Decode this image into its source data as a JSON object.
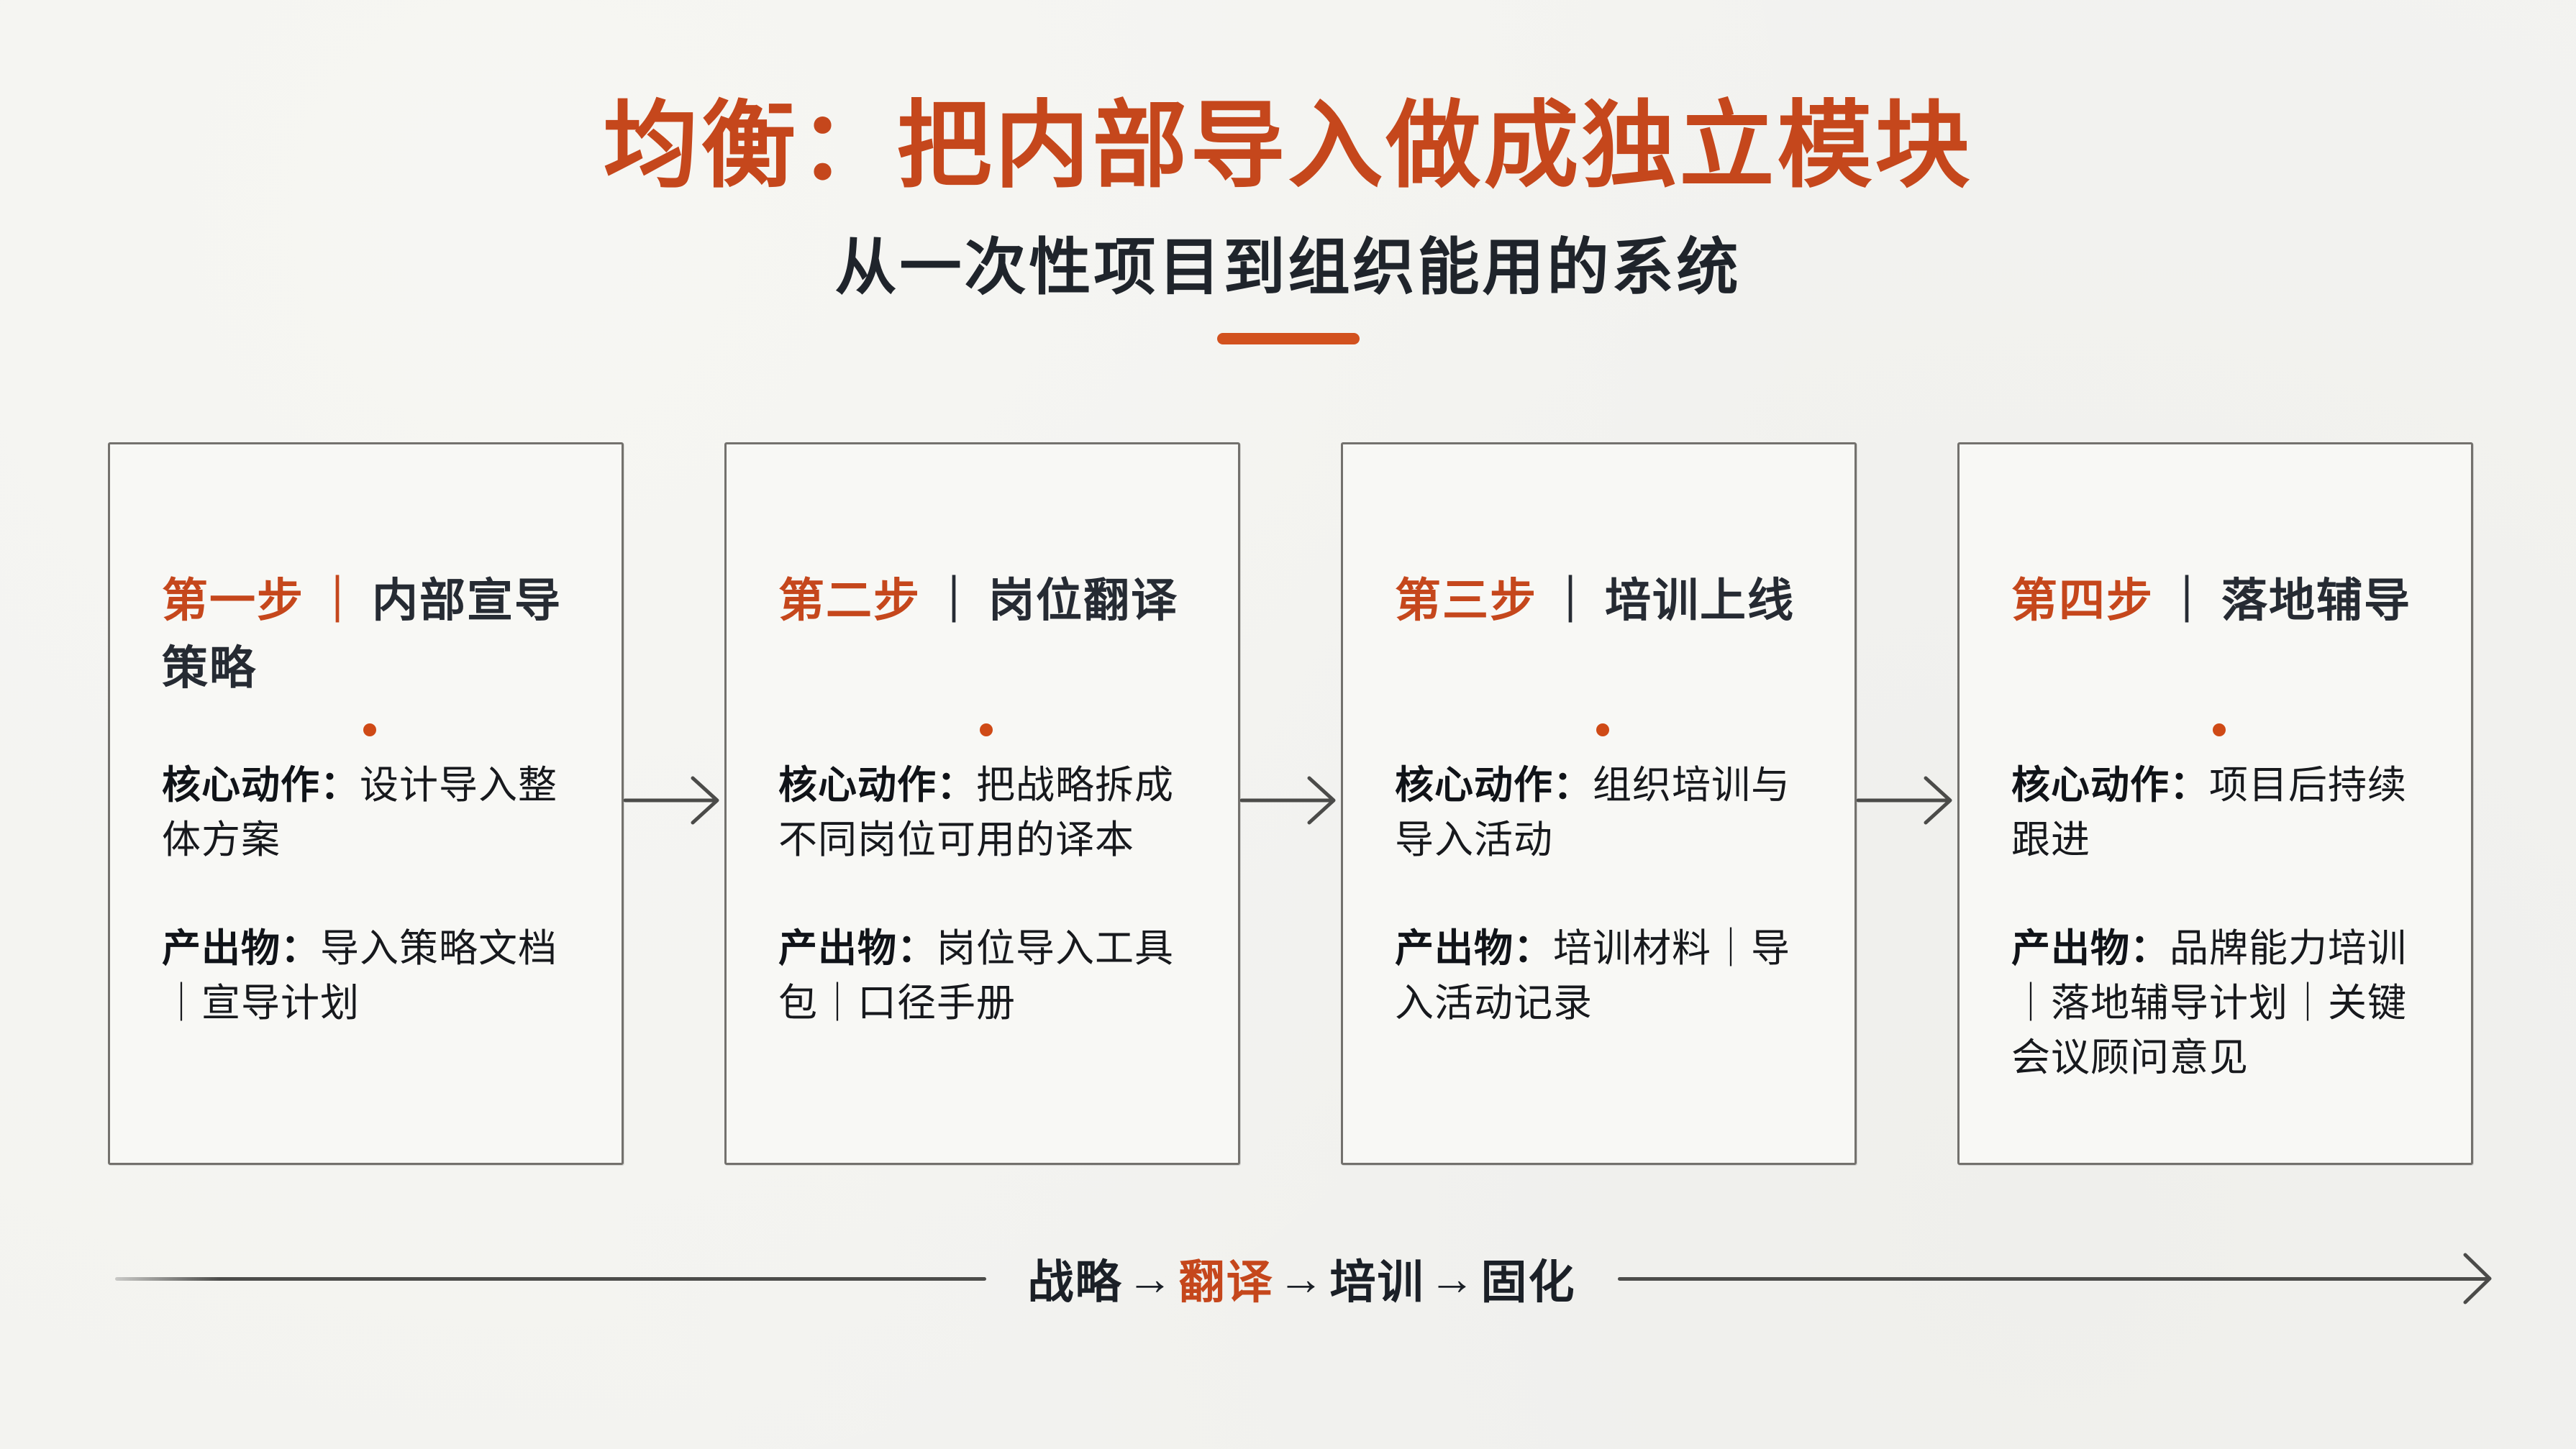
{
  "colors": {
    "accent": "#c5471c",
    "divider": "#d2511e",
    "dot": "#cf4a16",
    "heading_dark": "#262b33",
    "body_dark": "#17191d",
    "line_gray": "#4c4c4a",
    "page_bg": "#f3f3f0",
    "card_bg": "#f8f8f5",
    "card_border": "#73716d"
  },
  "header": {
    "title": "均衡：把内部导入做成独立模块",
    "subtitle": "从一次性项目到组织能用的系统"
  },
  "steps": [
    {
      "label": "第一步",
      "separator": "｜",
      "title": "内部宣导策略",
      "core_label": "核心动作：",
      "core_text": "设计导入整体方案",
      "output_label": "产出物：",
      "output_text": "导入策略文档｜宣导计划"
    },
    {
      "label": "第二步",
      "separator": "｜",
      "title": "岗位翻译",
      "core_label": "核心动作：",
      "core_text": "把战略拆成不同岗位可用的译本",
      "output_label": "产出物：",
      "output_text": "岗位导入工具包｜口径手册"
    },
    {
      "label": "第三步",
      "separator": "｜",
      "title": "培训上线",
      "core_label": "核心动作：",
      "core_text": "组织培训与导入活动",
      "output_label": "产出物：",
      "output_text": "培训材料｜导入活动记录"
    },
    {
      "label": "第四步",
      "separator": "｜",
      "title": "落地辅导",
      "core_label": "核心动作：",
      "core_text": "项目后持续跟进",
      "output_label": "产出物：",
      "output_text": "品牌能力培训｜落地辅导计划｜关键会议顾问意见"
    }
  ],
  "footer": {
    "arrow": "→",
    "items": [
      "战略",
      "翻译",
      "培训",
      "固化"
    ],
    "highlighted_item": "翻译"
  }
}
